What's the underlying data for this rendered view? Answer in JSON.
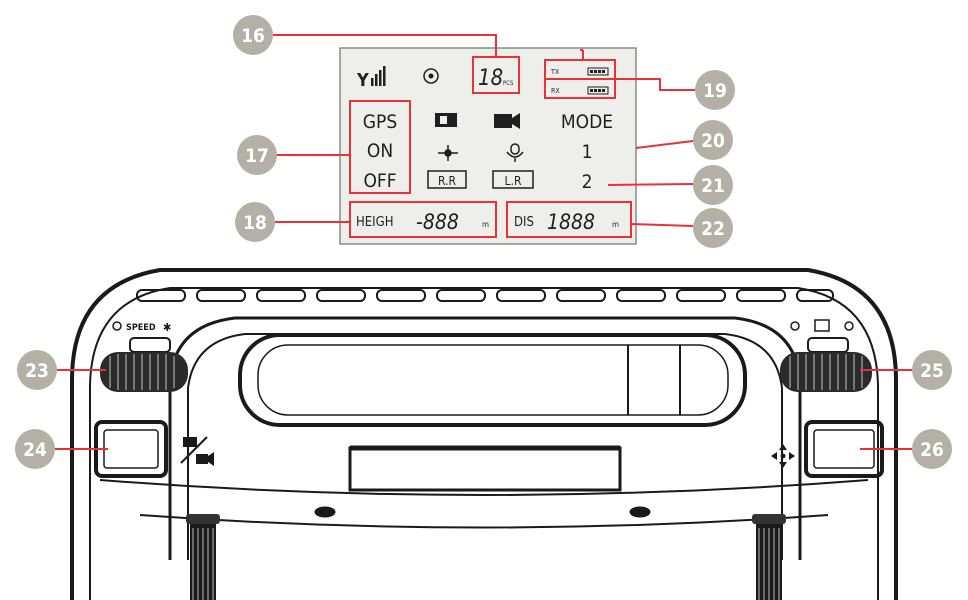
{
  "lcd": {
    "pcs_value": "18",
    "pcs_unit": "PCS",
    "tx_label": "TX",
    "rx_label": "RX",
    "gps_label": "GPS",
    "gps_on": "ON",
    "gps_off": "OFF",
    "mode_label": "MODE",
    "mode_1": "1",
    "mode_2": "2",
    "rr_label": "R.R",
    "lr_label": "L.R",
    "height_label": "HEIGH",
    "height_value": "-888",
    "height_unit": "m",
    "dis_label": "DIS",
    "dis_value": "1888",
    "dis_unit": "m"
  },
  "controller": {
    "speed_label": "SPEED"
  },
  "callouts": [
    {
      "num": "16"
    },
    {
      "num": "17"
    },
    {
      "num": "18"
    },
    {
      "num": "19"
    },
    {
      "num": "20"
    },
    {
      "num": "21"
    },
    {
      "num": "22"
    },
    {
      "num": "23"
    },
    {
      "num": "24"
    },
    {
      "num": "25"
    },
    {
      "num": "26"
    }
  ],
  "colors": {
    "callout_fill": "#b5b0a6",
    "highlight": "#e8323a",
    "lcd_bg": "#eeeeeb",
    "outline": "#1a1a1a"
  }
}
